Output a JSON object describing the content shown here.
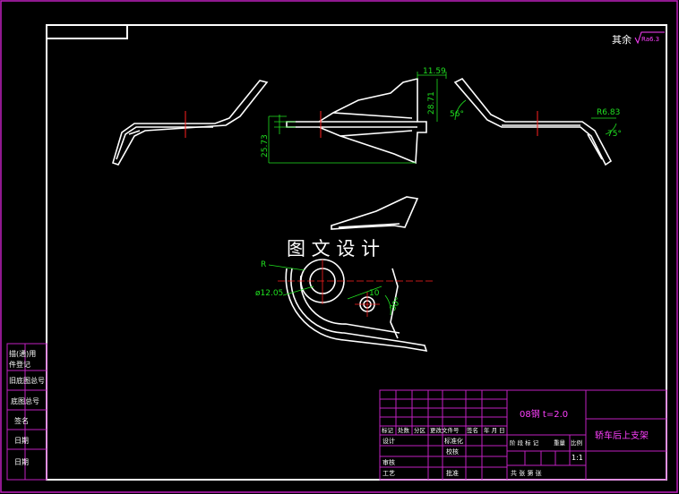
{
  "surface_note": "其余",
  "surface_symbol": "Ra6.3",
  "watermark": "图 文 设 计",
  "dims": {
    "d1": "11.59",
    "d2": "28.71",
    "d3": "25.73",
    "d4": "56°",
    "d5": "R6.83",
    "d6": "75°",
    "d7": "R",
    "d8": "ø12.05",
    "d9": "10",
    "d10": "30°"
  },
  "left_sidebar": {
    "items": [
      "描(通)用",
      "件登记",
      "旧底图总号",
      "底图总号",
      "签名",
      "日期",
      "日期"
    ]
  },
  "title_block": {
    "material": "08钢 t=2.0",
    "part_name": "轿车后上支架",
    "scale": "1:1",
    "header_row": [
      "标记",
      "处数",
      "分区",
      "更改文件号",
      "签名",
      "年 月 日"
    ],
    "design": "设计",
    "standardize": "标准化",
    "review": "审核",
    "process": "工艺",
    "checker": "校核",
    "approve": "批准",
    "stage_mark": "阶 段 标 记",
    "weight": "重量",
    "ratio": "比例",
    "sheets": "共  张  第  张"
  }
}
